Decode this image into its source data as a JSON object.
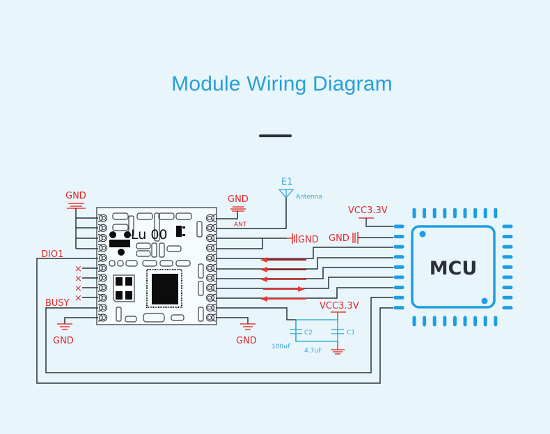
{
  "title": "Module Wiring Diagram",
  "colors": {
    "title": "#2a9fd8",
    "background": "#e8f6fc",
    "power_labels": "#e0282a",
    "component_labels": "#3aa3d6",
    "mcu": "#1e9de3",
    "wire": "#2b3038"
  },
  "module": {
    "silk_label": "Lu 00",
    "left_labels": {
      "gnd_top": "GND",
      "dio1": "DIO1",
      "busy": "BUSY",
      "gnd_bottom": "GND",
      "nc_mark": "×"
    },
    "right_labels": {
      "gnd_top": "GND",
      "ant": "ANT",
      "gnd_side": "GND",
      "gnd_bottom": "GND"
    }
  },
  "antenna": {
    "ref": "E1",
    "label": "Antenna"
  },
  "capacitors": [
    {
      "ref": "C2",
      "value": "100uF"
    },
    {
      "ref": "C1",
      "value": "4.7uF"
    }
  ],
  "power": {
    "vcc_caps": "VCC3.3V",
    "vcc_mcu": "VCC3.3V",
    "gnd_mcu": "GND"
  },
  "mcu": {
    "label": "MCU"
  },
  "signal_arrows": [
    {
      "direction": "to-module",
      "shade": "#b0191e"
    },
    {
      "direction": "to-module",
      "shade": "#b0191e"
    },
    {
      "direction": "to-module",
      "shade": "#e53935"
    },
    {
      "direction": "to-mcu",
      "shade": "#e53935"
    },
    {
      "direction": "to-module",
      "shade": "#e53935"
    }
  ]
}
